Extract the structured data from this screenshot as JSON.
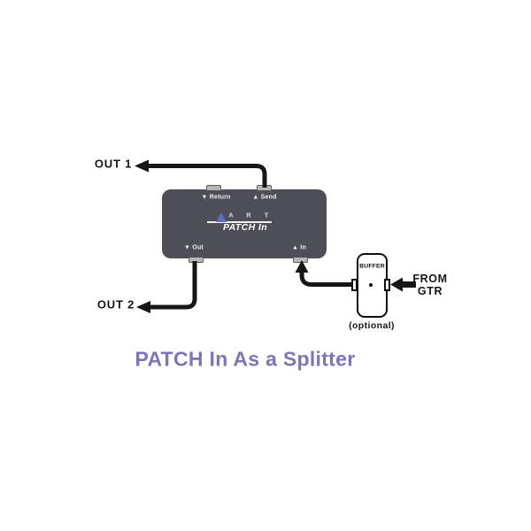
{
  "diagram": {
    "title": "PATCH In As a Splitter"
  },
  "device": {
    "logo_letters": [
      "A",
      "R",
      "T"
    ],
    "model": "PATCH In",
    "ports": {
      "return": "▼ Return",
      "send": "▲ Send",
      "out": "▼ Out",
      "in": "▲ In"
    }
  },
  "connections": {
    "out1": "OUT 1",
    "out2": "OUT 2",
    "from_line1": "FROM",
    "from_line2": "GTR"
  },
  "buffer_pedal": {
    "label": "BUFFER",
    "note": "(optional)"
  },
  "colors": {
    "device_body": "#4e4e56",
    "logo_triangle": "#5f6cc2",
    "cable": "#161616",
    "title": "#7b76b8"
  }
}
